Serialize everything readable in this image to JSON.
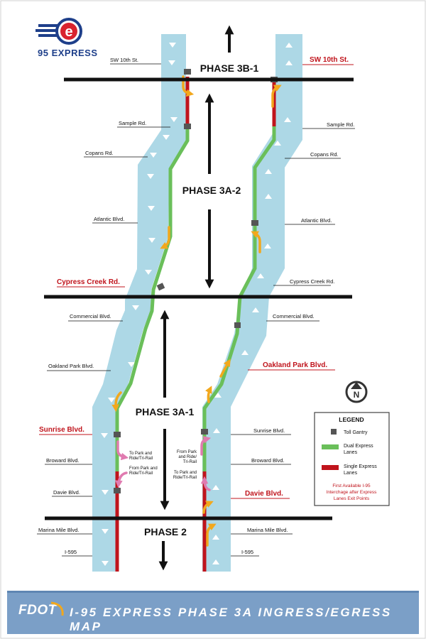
{
  "brand": {
    "name": "95 EXPRESS",
    "letter": "e"
  },
  "phases": {
    "p3b1": "PHASE 3B-1",
    "p3a2": "PHASE 3A-2",
    "p3a1": "PHASE 3A-1",
    "p2": "PHASE 2"
  },
  "roads_left": {
    "sw10": "SW 10th St.",
    "sample": "Sample Rd.",
    "copans": "Copans Rd.",
    "atlantic": "Atlantic Blvd.",
    "cypress": "Cypress Creek Rd.",
    "commercial": "Commercial Blvd.",
    "oakland": "Oakland Park Blvd.",
    "sunrise": "Sunrise Blvd.",
    "broward": "Broward Blvd.",
    "davie": "Davie Blvd.",
    "marina": "Marina Mile Blvd.",
    "i595": "I-595"
  },
  "roads_right": {
    "sw10": "SW 10th St.",
    "sample": "Sample Rd.",
    "copans": "Copans Rd.",
    "atlantic": "Atlantic Blvd.",
    "cypress": "Cypress Creek Rd.",
    "commercial": "Commercial Blvd.",
    "oakland": "Oakland Park Blvd.",
    "sunrise": "Sunrise Blvd.",
    "broward": "Broward Blvd.",
    "davie": "Davie Blvd.",
    "marina": "Marina Mile Blvd.",
    "i595": "I-595"
  },
  "park_ride": {
    "left_to_l1": "To Park and",
    "left_to_l2": "Ride/Tri-Rail",
    "left_from_l1": "From Park and",
    "left_from_l2": "Ride/Tri-Rail",
    "right_from_l1": "From Park",
    "right_from_l2": "and Ride/",
    "right_from_l3": "Tri-Rail",
    "right_to_l1": "To Park and",
    "right_to_l2": "Ride/Tri-Rail"
  },
  "north_label": "N",
  "legend": {
    "title": "LEGEND",
    "toll": "Toll Gantry",
    "dual_l1": "Dual Express",
    "dual_l2": "Lanes",
    "single_l1": "Single Express",
    "single_l2": "Lanes",
    "note_l1": "First Available I-95",
    "note_l2": "Interchage after Express",
    "note_l3": "Lanes Exit Points"
  },
  "colors": {
    "road": "#add8e6",
    "dual": "#6abf5a",
    "single": "#c0141c",
    "highlight": "#c0141c",
    "gantry": "#555555",
    "arrow_exit": "#f2a81d",
    "arrow_pr": "#e07bb0",
    "footer": "#7b9fc7"
  },
  "footer": {
    "agency": "FDOT",
    "title": "I-95 EXPRESS PHASE 3A INGRESS/EGRESS MAP"
  }
}
